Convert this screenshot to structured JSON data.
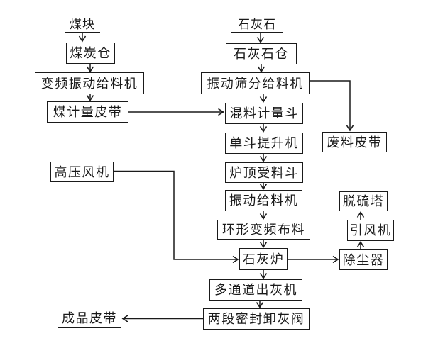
{
  "diagram": {
    "kind": "process-flowchart",
    "language": "zh-CN",
    "colors": {
      "background": "#ffffff",
      "line": "#1a1a1a",
      "box_border": "#1a1a1a",
      "text": "#1a1a1a"
    },
    "nodes": {
      "coal_source": "煤块",
      "limestone_source": "石灰石",
      "coal_bunker": "煤炭仓",
      "limestone_bunker": "石灰石仓",
      "vf_vib_feeder": "变频振动给料机",
      "vib_screen_feeder": "振动筛分给料机",
      "coal_belt": "煤计量皮带",
      "mix_hopper": "混料计量斗",
      "waste_belt": "废料皮带",
      "bucket_elevator": "单斗提升机",
      "hp_fan": "高压风机",
      "top_hopper": "炉顶受料斗",
      "vib_feeder": "振动给料机",
      "desulf_tower": "脱硫塔",
      "ring_dist": "环形变频布料",
      "id_fan": "引风机",
      "lime_kiln": "石灰炉",
      "dust_collector": "除尘器",
      "ash_machine": "多通道出灰机",
      "seal_valve": "两段密封卸灰阀",
      "product_belt": "成品皮带"
    },
    "edges": [
      {
        "from": "coal_source",
        "to": "coal_bunker"
      },
      {
        "from": "coal_bunker",
        "to": "vf_vib_feeder"
      },
      {
        "from": "vf_vib_feeder",
        "to": "coal_belt"
      },
      {
        "from": "coal_belt",
        "to": "mix_hopper"
      },
      {
        "from": "limestone_source",
        "to": "limestone_bunker"
      },
      {
        "from": "limestone_bunker",
        "to": "vib_screen_feeder"
      },
      {
        "from": "vib_screen_feeder",
        "to": "mix_hopper"
      },
      {
        "from": "vib_screen_feeder",
        "to": "waste_belt"
      },
      {
        "from": "mix_hopper",
        "to": "bucket_elevator"
      },
      {
        "from": "bucket_elevator",
        "to": "top_hopper"
      },
      {
        "from": "top_hopper",
        "to": "vib_feeder"
      },
      {
        "from": "vib_feeder",
        "to": "ring_dist"
      },
      {
        "from": "ring_dist",
        "to": "lime_kiln"
      },
      {
        "from": "hp_fan",
        "to": "lime_kiln"
      },
      {
        "from": "lime_kiln",
        "to": "dust_collector"
      },
      {
        "from": "dust_collector",
        "to": "id_fan"
      },
      {
        "from": "id_fan",
        "to": "desulf_tower"
      },
      {
        "from": "lime_kiln",
        "to": "ash_machine"
      },
      {
        "from": "ash_machine",
        "to": "seal_valve"
      },
      {
        "from": "seal_valve",
        "to": "product_belt"
      }
    ]
  }
}
